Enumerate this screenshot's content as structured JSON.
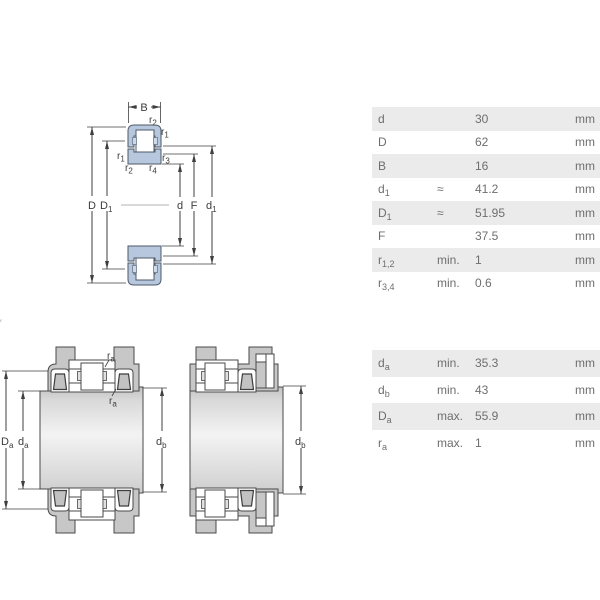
{
  "colors": {
    "bearing_ring_fill": "#b7c7dd",
    "bearing_outline": "#4e5a68",
    "cage_fill": "#cdd9e8",
    "housing_fill": "#c7c7c7",
    "drawing_line": "#3f3f3f",
    "table_row_shade": "#ebebeb",
    "table_text": "#6e6e6e"
  },
  "stray_mark": "′",
  "main_drawing": {
    "labels": {
      "B": {
        "base": "B",
        "sub": ""
      },
      "r1": {
        "base": "r",
        "sub": "1"
      },
      "r2": {
        "base": "r",
        "sub": "2"
      },
      "r3": {
        "base": "r",
        "sub": "3"
      },
      "r4": {
        "base": "r",
        "sub": "4"
      },
      "D": {
        "base": "D",
        "sub": ""
      },
      "D1": {
        "base": "D",
        "sub": "1"
      },
      "d": {
        "base": "d",
        "sub": ""
      },
      "F": {
        "base": "F",
        "sub": ""
      },
      "d1": {
        "base": "d",
        "sub": "1"
      }
    }
  },
  "mounting_drawings": {
    "labels": {
      "ra": {
        "base": "r",
        "sub": "a"
      },
      "Da": {
        "base": "D",
        "sub": "a"
      },
      "da": {
        "base": "d",
        "sub": "a"
      },
      "db": {
        "base": "d",
        "sub": "b"
      }
    }
  },
  "dimensions_table": {
    "rows": [
      {
        "base": "d",
        "sub": "",
        "qual": "",
        "value": "30",
        "unit": "mm"
      },
      {
        "base": "D",
        "sub": "",
        "qual": "",
        "value": "62",
        "unit": "mm"
      },
      {
        "base": "B",
        "sub": "",
        "qual": "",
        "value": "16",
        "unit": "mm"
      },
      {
        "base": "d",
        "sub": "1",
        "qual": "≈",
        "value": "41.2",
        "unit": "mm"
      },
      {
        "base": "D",
        "sub": "1",
        "qual": "≈",
        "value": "51.95",
        "unit": "mm"
      },
      {
        "base": "F",
        "sub": "",
        "qual": "",
        "value": "37.5",
        "unit": "mm"
      },
      {
        "base": "r",
        "sub": "1,2",
        "qual": "min.",
        "value": "1",
        "unit": "mm"
      },
      {
        "base": "r",
        "sub": "3,4",
        "qual": "min.",
        "value": "0.6",
        "unit": "mm"
      }
    ]
  },
  "abutment_table": {
    "rows": [
      {
        "base": "d",
        "sub": "a",
        "qual": "min.",
        "value": "35.3",
        "unit": "mm"
      },
      {
        "base": "d",
        "sub": "b",
        "qual": "min.",
        "value": "43",
        "unit": "mm"
      },
      {
        "base": "D",
        "sub": "a",
        "qual": "max.",
        "value": "55.9",
        "unit": "mm"
      },
      {
        "base": "r",
        "sub": "a",
        "qual": "max.",
        "value": "1",
        "unit": "mm"
      }
    ]
  }
}
